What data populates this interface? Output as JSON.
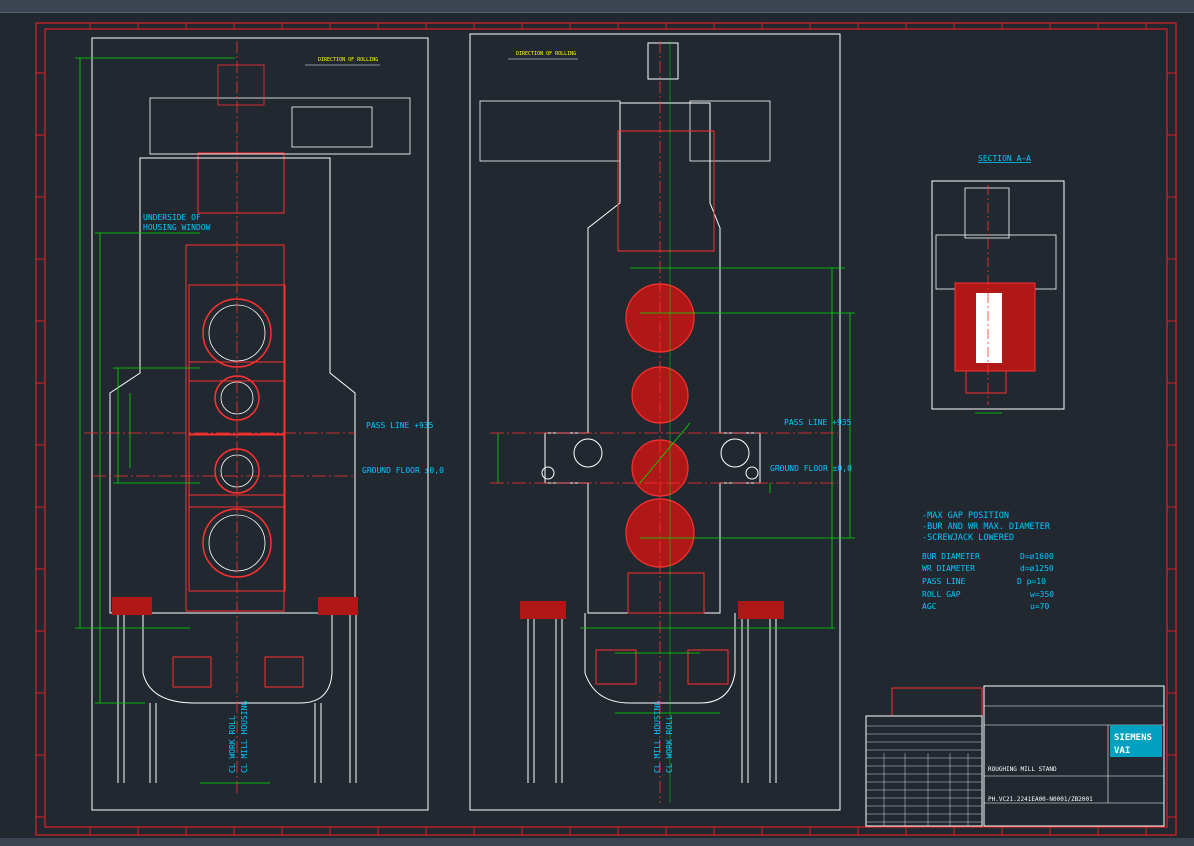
{
  "viewer": {
    "window": "cad-viewport"
  },
  "colors": {
    "background": "#212830",
    "frame": "#ff2020",
    "geometry": "#ffffff",
    "detail": "#ff3030",
    "dimension": "#00e000",
    "annotation": "#00c8ff",
    "hatch": "#b01818",
    "yellow": "#ffff00"
  },
  "drawing": {
    "left_view": {
      "label_underside": [
        "UNDERSIDE OF",
        "HOUSING WINDOW"
      ],
      "pass_line": "PASS LINE +935",
      "ground_floor": "GROUND FLOOR ±0,0",
      "cl_work_roll": "CL WORK ROLL",
      "cl_mill_housing": "CL MILL HOUSING",
      "direction_title": "DIRECTION OF ROLLING"
    },
    "right_view": {
      "pass_line": "PASS LINE +935",
      "ground_floor": "GROUND FLOOR ±0,0",
      "cl_mill_housing": "CL MILL HOUSING",
      "cl_work_roll": "CL WORK ROLL",
      "direction_title": "DIRECTION OF ROLLING"
    },
    "section": {
      "title": "SECTION  A–A"
    },
    "notes": {
      "lines": [
        "-MAX GAP POSITION",
        "-BUR AND WR MAX. DIAMETER",
        "-SCREWJACK LOWERED"
      ],
      "params": [
        {
          "label": "BUR DIAMETER",
          "value": "D=ø1600"
        },
        {
          "label": "WR DIAMETER",
          "value": "d=ø1250"
        },
        {
          "label": "PASS LINE",
          "value": "D p=10"
        },
        {
          "label": "ROLL GAP",
          "value": "w=350"
        },
        {
          "label": "AGC",
          "value": "u=70"
        }
      ]
    },
    "title_block": {
      "brand": "SIEMENS",
      "sub_brand": "VAI",
      "title": "ROUGHING MILL STAND",
      "drawing_no": "PH.VC21.2241EA00-N0001/ZB2001"
    }
  }
}
